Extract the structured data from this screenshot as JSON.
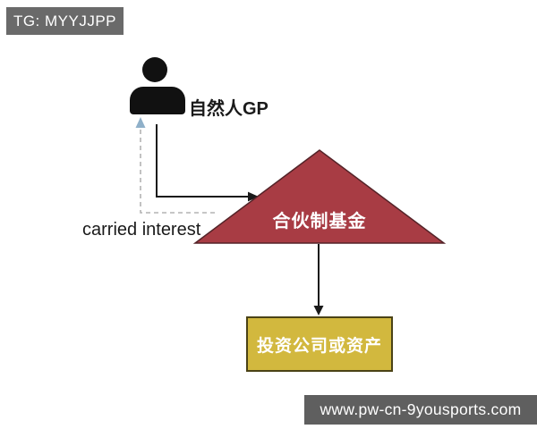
{
  "badges": {
    "telegram": "TG: MYYJJPP",
    "website": "www.pw-cn-9yousports.com"
  },
  "nodes": {
    "gp": {
      "label": "自然人GP",
      "icon": "person-silhouette-icon"
    },
    "fund": {
      "label": "合伙制基金",
      "shape": "triangle"
    },
    "asset": {
      "label": "投资公司或资产",
      "shape": "rectangle"
    }
  },
  "annotations": {
    "carried_interest": "carried interest"
  },
  "colors": {
    "badge_bg": "#6a6a6a",
    "website_badge_bg": "#5f5f5f",
    "triangle_fill": "#a83c44",
    "triangle_stroke": "#542328",
    "asset_fill": "#d2b83e",
    "asset_border": "#4a4216",
    "arrow_black": "#1a1a1a",
    "dashed_line": "#b3b3b3",
    "dashed_arrowhead": "#8fb0c9",
    "icon_color": "#111111",
    "text_color": "#1a1a1a"
  }
}
